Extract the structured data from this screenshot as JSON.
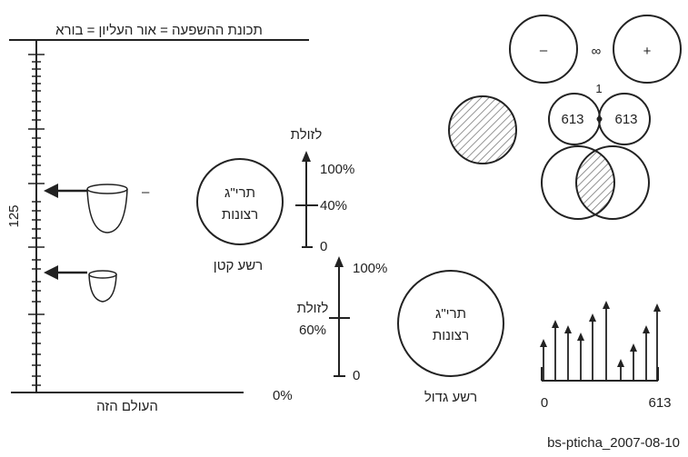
{
  "top_title": "תכונת ההשפעה = אור העליון = בורא",
  "bottom_axis_label": "העולם הזה",
  "vertical_label": "125",
  "small_dash": "–",
  "small_circle": {
    "center_line1": "תרי\"ג",
    "center_line2": "רצונות",
    "caption": "רשע קטן"
  },
  "small_scale": {
    "top_label": "לזולת",
    "tick_100": "100%",
    "tick_40": "40%",
    "tick_0": "0"
  },
  "big_scale": {
    "tick_100": "100%",
    "mid_label_line1": "לזולת",
    "mid_label_line2": "60%",
    "tick_0": "0",
    "outer_0": "0%"
  },
  "big_circle": {
    "center_line1": "תרי\"ג",
    "center_line2": "רצונות",
    "caption": "רשע גדול"
  },
  "pair_top": {
    "minus": "–",
    "infinity": "∞",
    "plus": "+"
  },
  "pair_mid": {
    "top_mark": "1",
    "left": "613",
    "right": "613"
  },
  "impulse_axis": {
    "x_start": "0",
    "x_end": "613"
  },
  "footer": "bs-pticha_2007-08-10"
}
